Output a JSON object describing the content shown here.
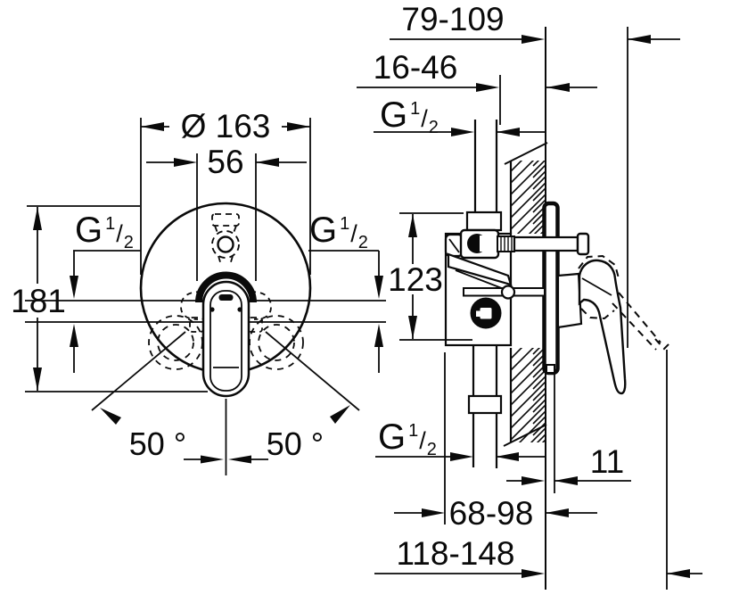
{
  "colors": {
    "ink": "#0a0a0a",
    "background": "#ffffff"
  },
  "labels": {
    "side": {
      "projection": "79-109",
      "rough_in": "16-46",
      "height": "123",
      "plate": "11",
      "body_to_wall": "68-98",
      "total": "118-148"
    },
    "front": {
      "diameter": "Ø 163",
      "width": "56",
      "height": "181",
      "angle_left": "50 °",
      "angle_right": "50 °"
    },
    "thread": {
      "g": "G",
      "num": "1",
      "slash": "/",
      "den": "2"
    }
  }
}
